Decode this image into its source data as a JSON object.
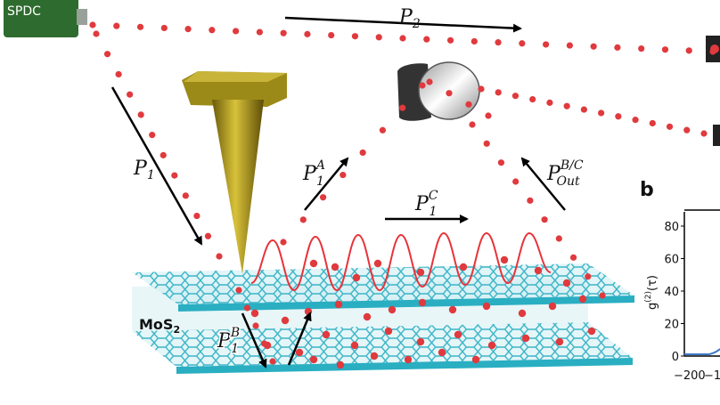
{
  "source_box": {
    "label": "SPDC"
  },
  "material": {
    "label": "MoS",
    "subscript": "2"
  },
  "paths": {
    "p1": {
      "main": "P",
      "sub": "1",
      "sup": ""
    },
    "p2": {
      "main": "P",
      "sub": "2",
      "sup": ""
    },
    "p1a": {
      "main": "P",
      "sub": "1",
      "sup": "A"
    },
    "p1b": {
      "main": "P",
      "sub": "1",
      "sup": "B"
    },
    "p1c": {
      "main": "P",
      "sub": "1",
      "sup": "C"
    },
    "pout": {
      "main": "P",
      "sub": "Out",
      "sup": "B/C"
    }
  },
  "inset": {
    "panel_letter": "b",
    "ylabel": "g(2)(τ)",
    "yticks": [
      "80",
      "60",
      "40",
      "20",
      "0"
    ],
    "xticks": [
      "−200",
      "−1"
    ]
  },
  "colors": {
    "photon": "#e03a3e",
    "sheet_fill": "#bfe6ec",
    "sheet_edge": "#2fb6c8",
    "tip": "#b8a020",
    "spdc_box": "#2e6b2e",
    "wave": "#e8333a"
  }
}
